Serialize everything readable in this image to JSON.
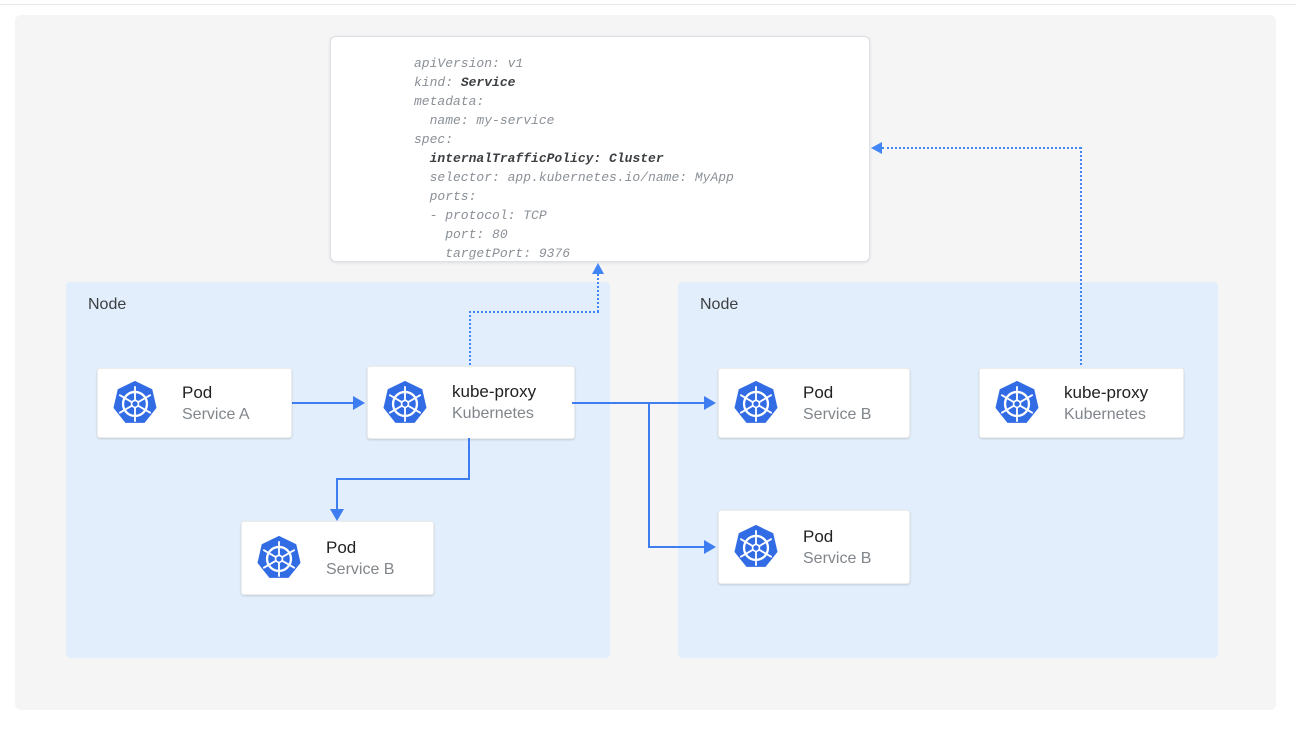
{
  "colors": {
    "arrow_blue": "#3d7df0",
    "dotted_blue": "#4285f4",
    "kubernetes_blue": "#326ce5",
    "node_background": "#e2eefb",
    "canvas_background": "#f5f5f6",
    "code_gray": "#8a9097",
    "code_bold": "#3c4043"
  },
  "yaml": {
    "lines": [
      {
        "pre": "apiVersion: v1",
        "bold": ""
      },
      {
        "pre": "kind: ",
        "bold": "Service"
      },
      {
        "pre": "metadata:",
        "bold": ""
      },
      {
        "pre": "  name: my-service",
        "bold": ""
      },
      {
        "pre": "spec:",
        "bold": ""
      },
      {
        "pre": "  ",
        "bold": "internalTrafficPolicy: Cluster"
      },
      {
        "pre": "  selector: app.kubernetes.io/name: MyApp",
        "bold": ""
      },
      {
        "pre": "  ports:",
        "bold": ""
      },
      {
        "pre": "  - protocol: TCP",
        "bold": ""
      },
      {
        "pre": "    port: 80",
        "bold": ""
      },
      {
        "pre": "    targetPort: 9376",
        "bold": ""
      }
    ]
  },
  "diagram": {
    "nodes": [
      {
        "label": "Node",
        "cards": [
          {
            "title": "Pod",
            "subtitle": "Service A",
            "icon": "kubernetes-logo"
          },
          {
            "title": "kube-proxy",
            "subtitle": "Kubernetes",
            "icon": "kubernetes-logo"
          },
          {
            "title": "Pod",
            "subtitle": "Service B",
            "icon": "kubernetes-logo"
          }
        ]
      },
      {
        "label": "Node",
        "cards": [
          {
            "title": "Pod",
            "subtitle": "Service B",
            "icon": "kubernetes-logo"
          },
          {
            "title": "Pod",
            "subtitle": "Service B",
            "icon": "kubernetes-logo"
          },
          {
            "title": "kube-proxy",
            "subtitle": "Kubernetes",
            "icon": "kubernetes-logo"
          }
        ]
      }
    ]
  }
}
